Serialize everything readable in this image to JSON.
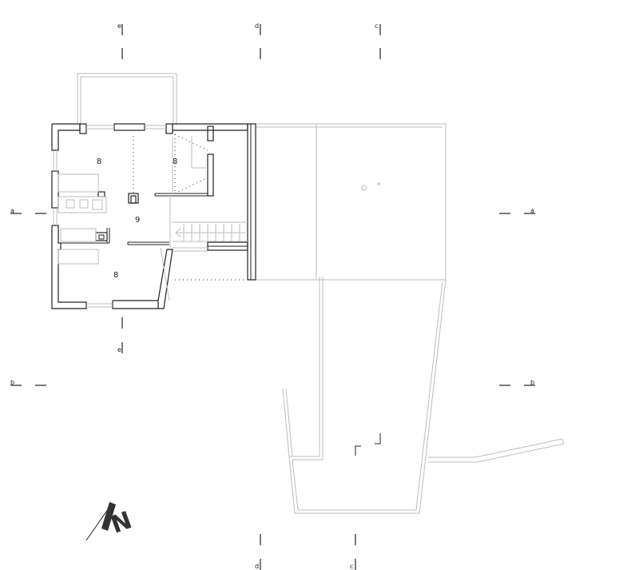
{
  "rooms": [
    {
      "id": "room-8-west",
      "label": "8"
    },
    {
      "id": "room-8-east",
      "label": "8"
    },
    {
      "id": "room-9",
      "label": "9"
    },
    {
      "id": "room-8-south",
      "label": "8"
    }
  ],
  "section_markers": {
    "e_top": "e",
    "d_top": "d",
    "c_top": "c",
    "a_left": "a",
    "a_right": "a",
    "b_left": "b",
    "b_right": "b",
    "e_bottom": "e",
    "d_bottom": "d",
    "c_bottom": "c"
  },
  "north_arrow": {
    "label": "N"
  },
  "colors": {
    "wall": "#222222",
    "outline": "#bdbdbd",
    "background": "#ffffff"
  }
}
